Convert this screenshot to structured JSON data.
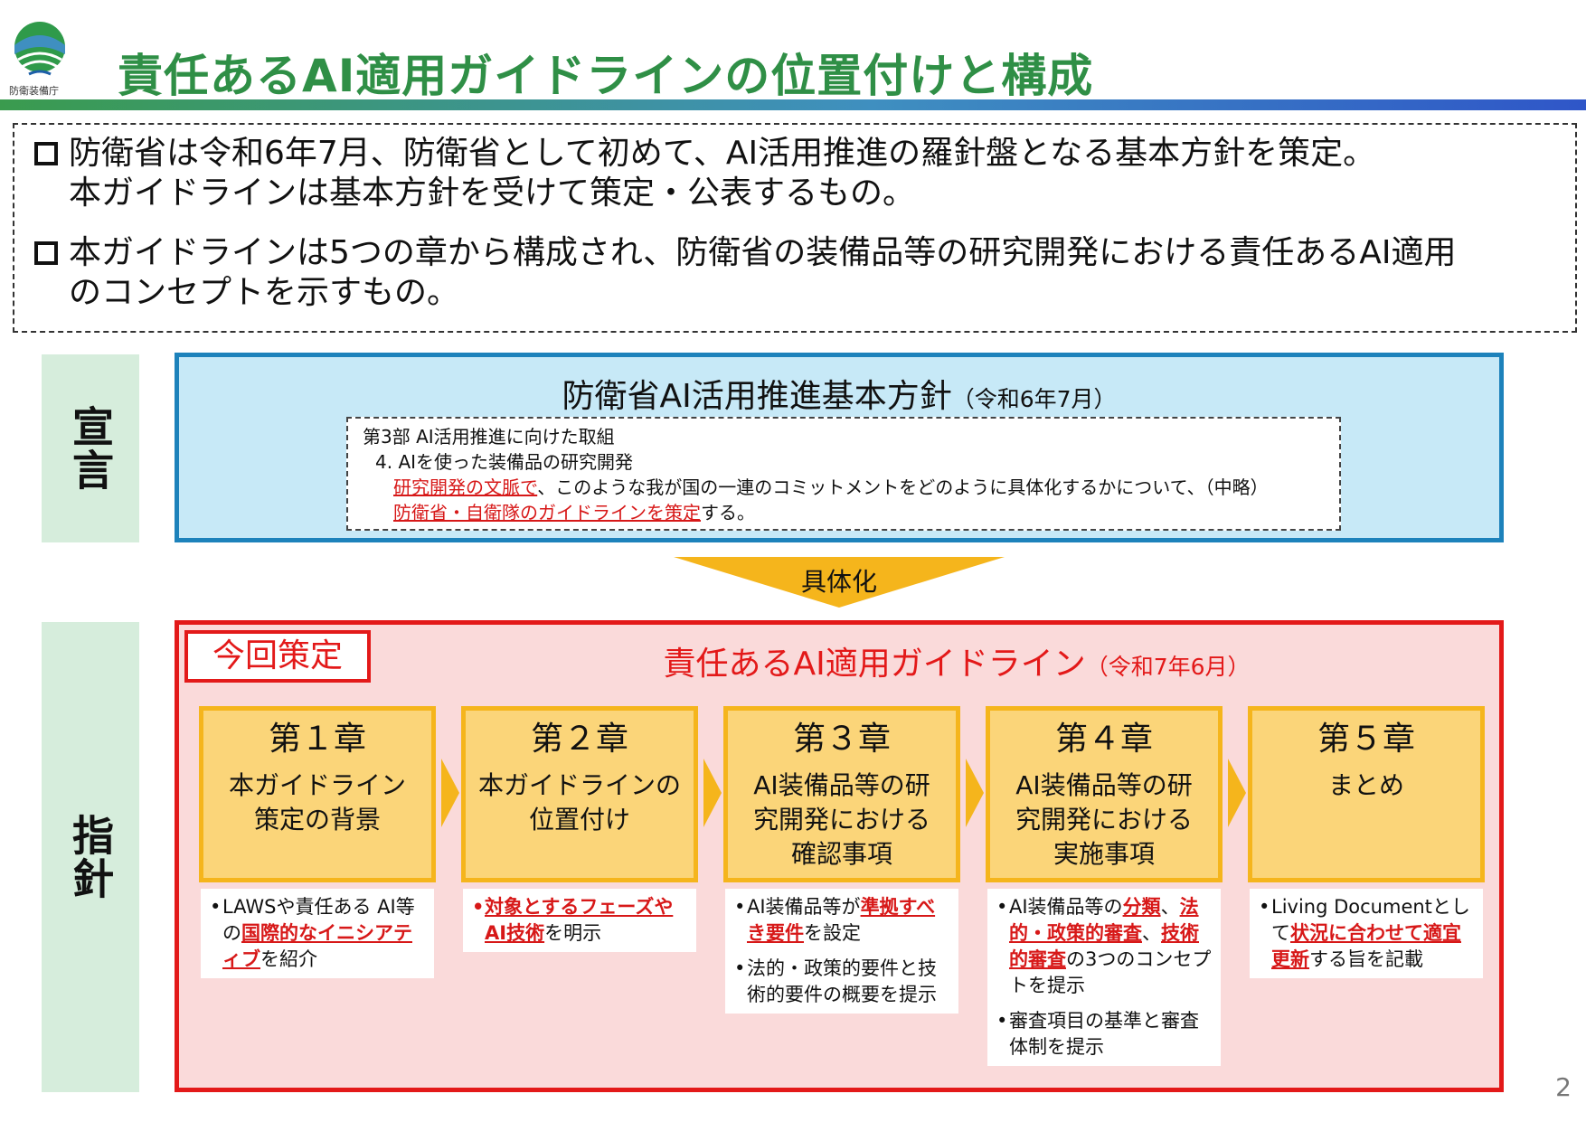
{
  "header": {
    "org_name": "防衛装備庁",
    "title": "責任あるAI適用ガイドラインの位置付けと構成"
  },
  "intro": {
    "bullets": [
      {
        "line1": "防衛省は令和6年7月、防衛省として初めて、AI活用推進の羅針盤となる基本方針を策定。",
        "line2": "本ガイドラインは基本方針を受けて策定・公表するもの。"
      },
      {
        "line1": "本ガイドラインは5つの章から構成され、防衛省の装備品等の研究開発における責任あるAI適用",
        "line2": "のコンセプトを示すもの。"
      }
    ]
  },
  "side_labels": {
    "declaration": "宣言",
    "guideline": "指針"
  },
  "policy": {
    "title": "防衛省AI活用推進基本方針",
    "date": "（令和6年7月）",
    "quote": {
      "line1": "第3部 AI活用推進に向けた取組",
      "line2": "4. AIを使った装備品の研究開発",
      "line3_red": "研究開発の文脈で",
      "line3_rest": "、このような我が国の一連のコミットメントをどのように具体化するかについて、（中略）",
      "line4_red": "防衛省・自衛隊のガイドラインを策定",
      "line4_rest": "する。"
    }
  },
  "arrow_label": "具体化",
  "guideline": {
    "tag": "今回策定",
    "title": "責任あるAI適用ガイドライン",
    "date": "（令和7年6月）",
    "chapters": [
      {
        "heading": "第１章",
        "sub1": "本ガイドライン",
        "sub2": "策定の背景",
        "sub3": ""
      },
      {
        "heading": "第２章",
        "sub1": "本ガイドラインの",
        "sub2": "位置付け",
        "sub3": ""
      },
      {
        "heading": "第３章",
        "sub1": "AI装備品等の研",
        "sub2": "究開発における",
        "sub3": "確認事項"
      },
      {
        "heading": "第４章",
        "sub1": "AI装備品等の研",
        "sub2": "究開発における",
        "sub3": "実施事項"
      },
      {
        "heading": "第５章",
        "sub1": "まとめ",
        "sub2": "",
        "sub3": ""
      }
    ],
    "descriptions": {
      "c1": {
        "a": "LAWSや責任ある AI等の",
        "b": "国際的なイニシアティブ",
        "c": "を紹介"
      },
      "c2": {
        "a": "対象とするフェーズやAI技術",
        "b": "を明示"
      },
      "c3": {
        "a": "AI装備品等が",
        "b": "準拠すべき要件",
        "c": "を設定",
        "d": "法的・政策的要件と技術的要件の概要を提示"
      },
      "c4": {
        "a": "AI装備品等の",
        "b": "分類",
        "c": "、",
        "d": "法的・政策的審査",
        "e": "、",
        "f": "技術的審査",
        "g": "の3つのコンセプトを提示",
        "h": "審査項目の基準と審査体制を提示"
      },
      "c5": {
        "a": "Living Documentとして",
        "b": "状況に合わせて適宜更新",
        "c": "する旨を記載"
      }
    }
  },
  "page_number": "2"
}
